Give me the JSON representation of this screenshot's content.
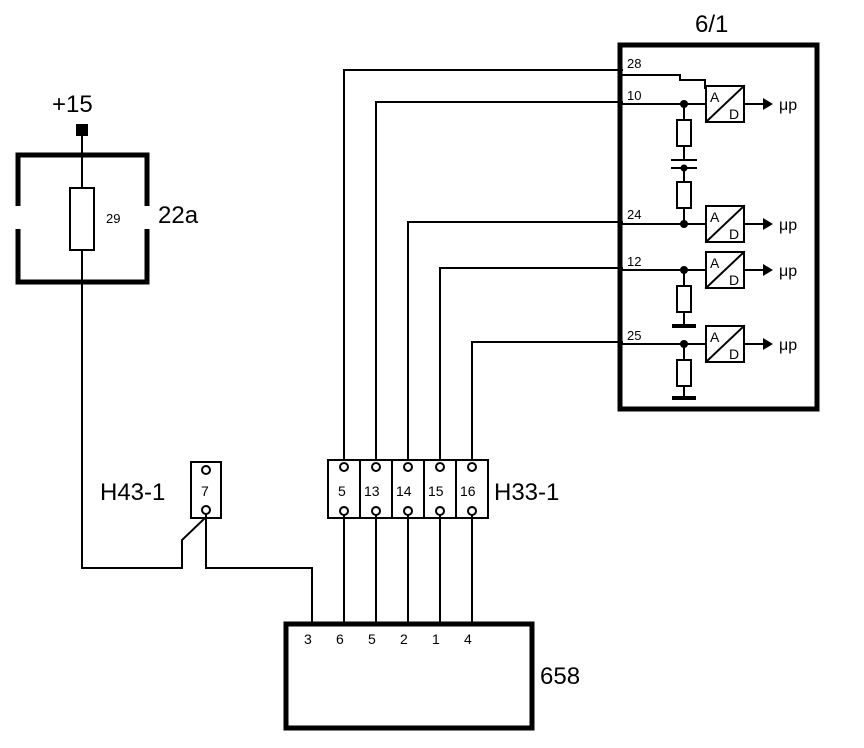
{
  "supply": {
    "label": "+15"
  },
  "fuse_box": {
    "label": "22a",
    "fuse_number": "29"
  },
  "ecu": {
    "label": "6/1",
    "pins": [
      {
        "number": "28"
      },
      {
        "number": "10",
        "output": "μp"
      },
      {
        "number": "24",
        "output": "μp"
      },
      {
        "number": "12",
        "output": "μp"
      },
      {
        "number": "25",
        "output": "μp"
      }
    ],
    "converter": {
      "top": "A",
      "bottom": "D"
    }
  },
  "connector_h43": {
    "label": "H43-1",
    "pin": "7"
  },
  "connector_h33": {
    "label": "H33-1",
    "pins": [
      "5",
      "13",
      "14",
      "15",
      "16"
    ]
  },
  "sensor": {
    "label": "658",
    "pins": [
      "3",
      "6",
      "5",
      "2",
      "1",
      "4"
    ]
  }
}
